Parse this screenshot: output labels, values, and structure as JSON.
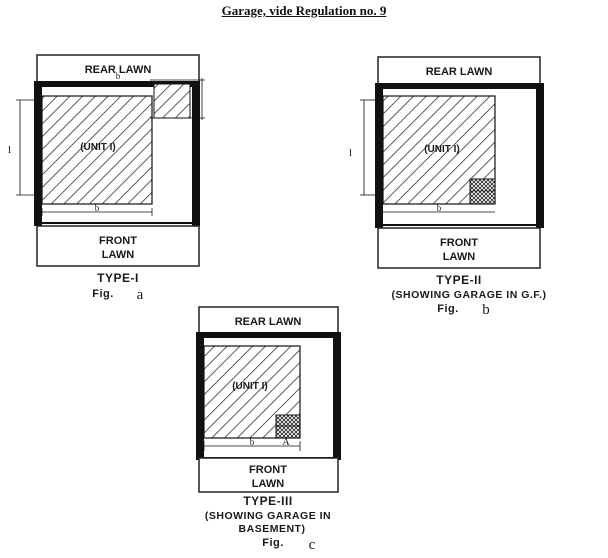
{
  "title": "Garage, vide Regulation no. 9",
  "colors": {
    "ink": "#1a1a1a",
    "paper": "#ffffff",
    "hatch": "#333333"
  },
  "figures": [
    {
      "id": "a",
      "rear_lawn": "REAR LAWN",
      "unit": "(UNIT I)",
      "front_lawn_1": "FRONT",
      "front_lawn_2": "LAWN",
      "dim_b": "b",
      "dim_l": "l",
      "type": "TYPE-I",
      "fig_word": "Fig.",
      "fig_letter": "a"
    },
    {
      "id": "b",
      "rear_lawn": "REAR LAWN",
      "unit": "(UNIT I)",
      "front_lawn_1": "FRONT",
      "front_lawn_2": "LAWN",
      "dim_b": "b",
      "dim_l": "l",
      "type": "TYPE-II",
      "subtitle": "(SHOWING GARAGE IN G.F.)",
      "fig_word": "Fig.",
      "fig_letter": "b"
    },
    {
      "id": "c",
      "rear_lawn": "REAR LAWN",
      "unit": "(UNIT I)",
      "front_lawn_1": "FRONT",
      "front_lawn_2": "LAWN",
      "dim_b": "b",
      "dim_A": "A",
      "type": "TYPE-III",
      "subtitle_1": "(SHOWING GARAGE IN",
      "subtitle_2": "BASEMENT)",
      "fig_word": "Fig.",
      "fig_letter": "c"
    }
  ]
}
